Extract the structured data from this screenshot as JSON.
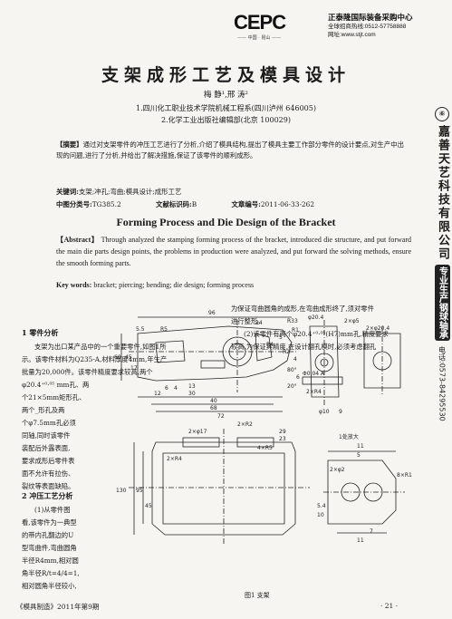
{
  "header": {
    "logo": "CEPC",
    "logo_sub": "—— 中国 · 昆山 ——",
    "company": "正泰隆国际装备采购中心",
    "hotline": "全球招商热线:0512-57758888",
    "website": "网址:www.stjt.com"
  },
  "article": {
    "title": "支架成形工艺及模具设计",
    "authors": "梅  静¹,邢  涛²",
    "affiliation_1": "1.四川化工职业技术学院机械工程系(四川泸州  646005)",
    "affiliation_2": "2.化学工业出版社编辑部(北京  100029)",
    "abstract_label": "【摘要】",
    "abstract_zh": "通过对支架零件的冲压工艺进行了分析,介绍了模具结构,提出了模具主要工作部分零件的设计要点,对生产中出现的问题,进行了分析,并给出了解决措施,保证了该零件的顺利成形。",
    "keywords_label": "关键词:",
    "keywords_zh": "支架;冲孔;弯曲;模具设计;成形工艺",
    "clc_label": "中图分类号:",
    "clc": "TG385.2",
    "doc_code_label": "文献标识码:",
    "doc_code": "B",
    "article_no_label": "文章编号:",
    "article_no": "2011-06-33-262",
    "title_en": "Forming Process and Die Design of the Bracket",
    "abstract_en_label": "【Abstract】",
    "abstract_en": "Through analyzed the stamping forming process of the bracket, introduced die structure, and put forward the main die parts design points, the problems in production were analyzed, and put forward the solving methods, ensure the smooth forming parts.",
    "keywords_en_label": "Key words:",
    "keywords_en": "bracket; piercing; bending; die design; forming process"
  },
  "sections": {
    "s1_title": "1   零件分析",
    "s1_p1": [
      "支架为出口某产品中的一个重要零件,如图1所",
      "示。该零件材料为Q235-A,材料厚度4mm,年生产",
      "批量为20,000件。该零件精度要求较高,两个",
      "φ20.4⁺⁰·⁰⁵ mm孔、两",
      "个21×5mm矩形孔、",
      "两个_形孔及两",
      "个φ7.5mm孔必须",
      "同轴,同时该零件",
      "装配后外露表面,",
      "要求成形后零件表",
      "面不允许有拉伤、",
      "裂纹等表面缺陷。"
    ],
    "s1_right": [
      "为保证弯曲圆角的成形,在弯曲成形终了,须对零件",
      "进行整形。",
      "(2)该零件有两个φ20.4⁺⁰·⁰⁵(H7)mm孔,精度要求",
      "较高,为保证其精度,在设计翻孔模时,必须考虑翻孔"
    ],
    "s2_title": "2   冲压工艺分析",
    "s2_p1": [
      "(1)从零件图",
      "看,该零件为一典型",
      "的带内孔翻边的U",
      "型弯曲件,弯曲圆角",
      "半径R4mm,相对圆",
      "角半径R/t=4/4=1,",
      "相对圆角半径较小,"
    ]
  },
  "figure": {
    "caption": "图1   支架",
    "dims": [
      "96",
      "24",
      "5.5",
      "R5",
      "R33",
      "R1",
      "5",
      "R4",
      "R2",
      "4",
      "2×φ5",
      "80°",
      "6",
      "20°",
      "φ20.4",
      "2×φ20.4",
      "φ10",
      "9",
      "60",
      "45",
      "17",
      "30",
      "40",
      "12",
      "4",
      "6",
      "72",
      "68",
      "13",
      "Φ0.04 A",
      "2×R4",
      "2×φ17",
      "29",
      "23",
      "2×R2",
      "4×R5",
      "2×R4",
      "130",
      "95",
      "45",
      "1处放大",
      "11",
      "5",
      "2×φ2",
      "5.4",
      "10",
      "8×R1",
      "11",
      "7"
    ]
  },
  "side_ad": {
    "mark": "⑥",
    "brand": "嘉善天艺科技有限公司",
    "slogan": "专业生产钢球轴承",
    "tel": "电话:0573-84295530"
  },
  "footer": {
    "journal": "《模具制造》2011年第9期",
    "page": "· 21 ·"
  }
}
